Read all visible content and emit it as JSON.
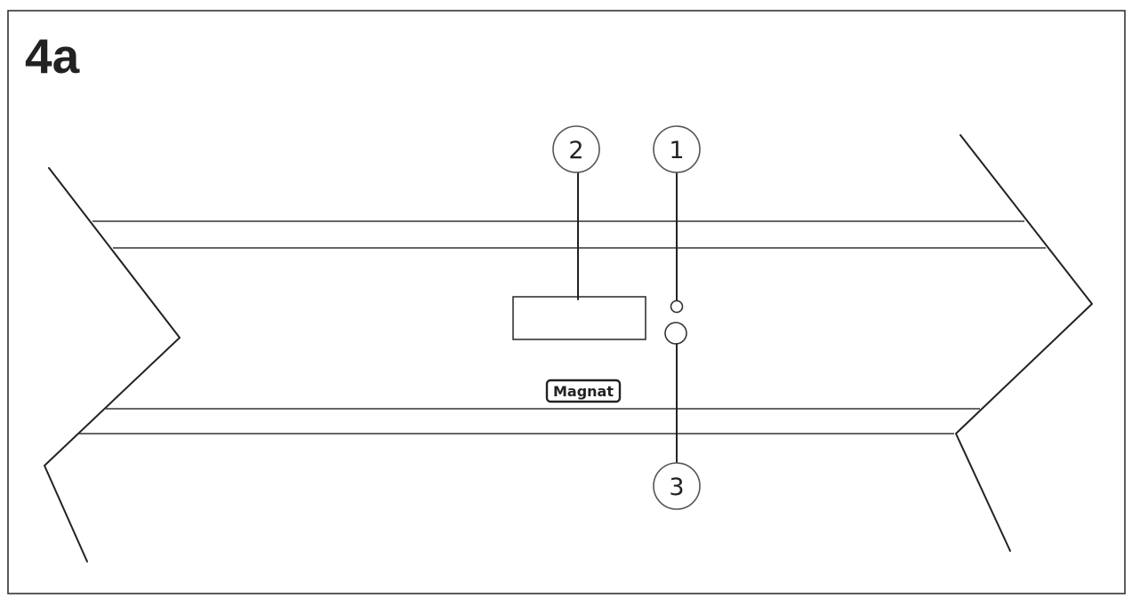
{
  "figure": {
    "label": "4a",
    "brand_logo": "Magnat"
  },
  "callouts": [
    {
      "id": "1",
      "label": "1",
      "target": "indicator-led"
    },
    {
      "id": "2",
      "label": "2",
      "target": "display-window"
    },
    {
      "id": "3",
      "label": "3",
      "target": "power-button"
    }
  ],
  "colors": {
    "line": "#222222",
    "frame": "#333333",
    "background": "#ffffff"
  }
}
